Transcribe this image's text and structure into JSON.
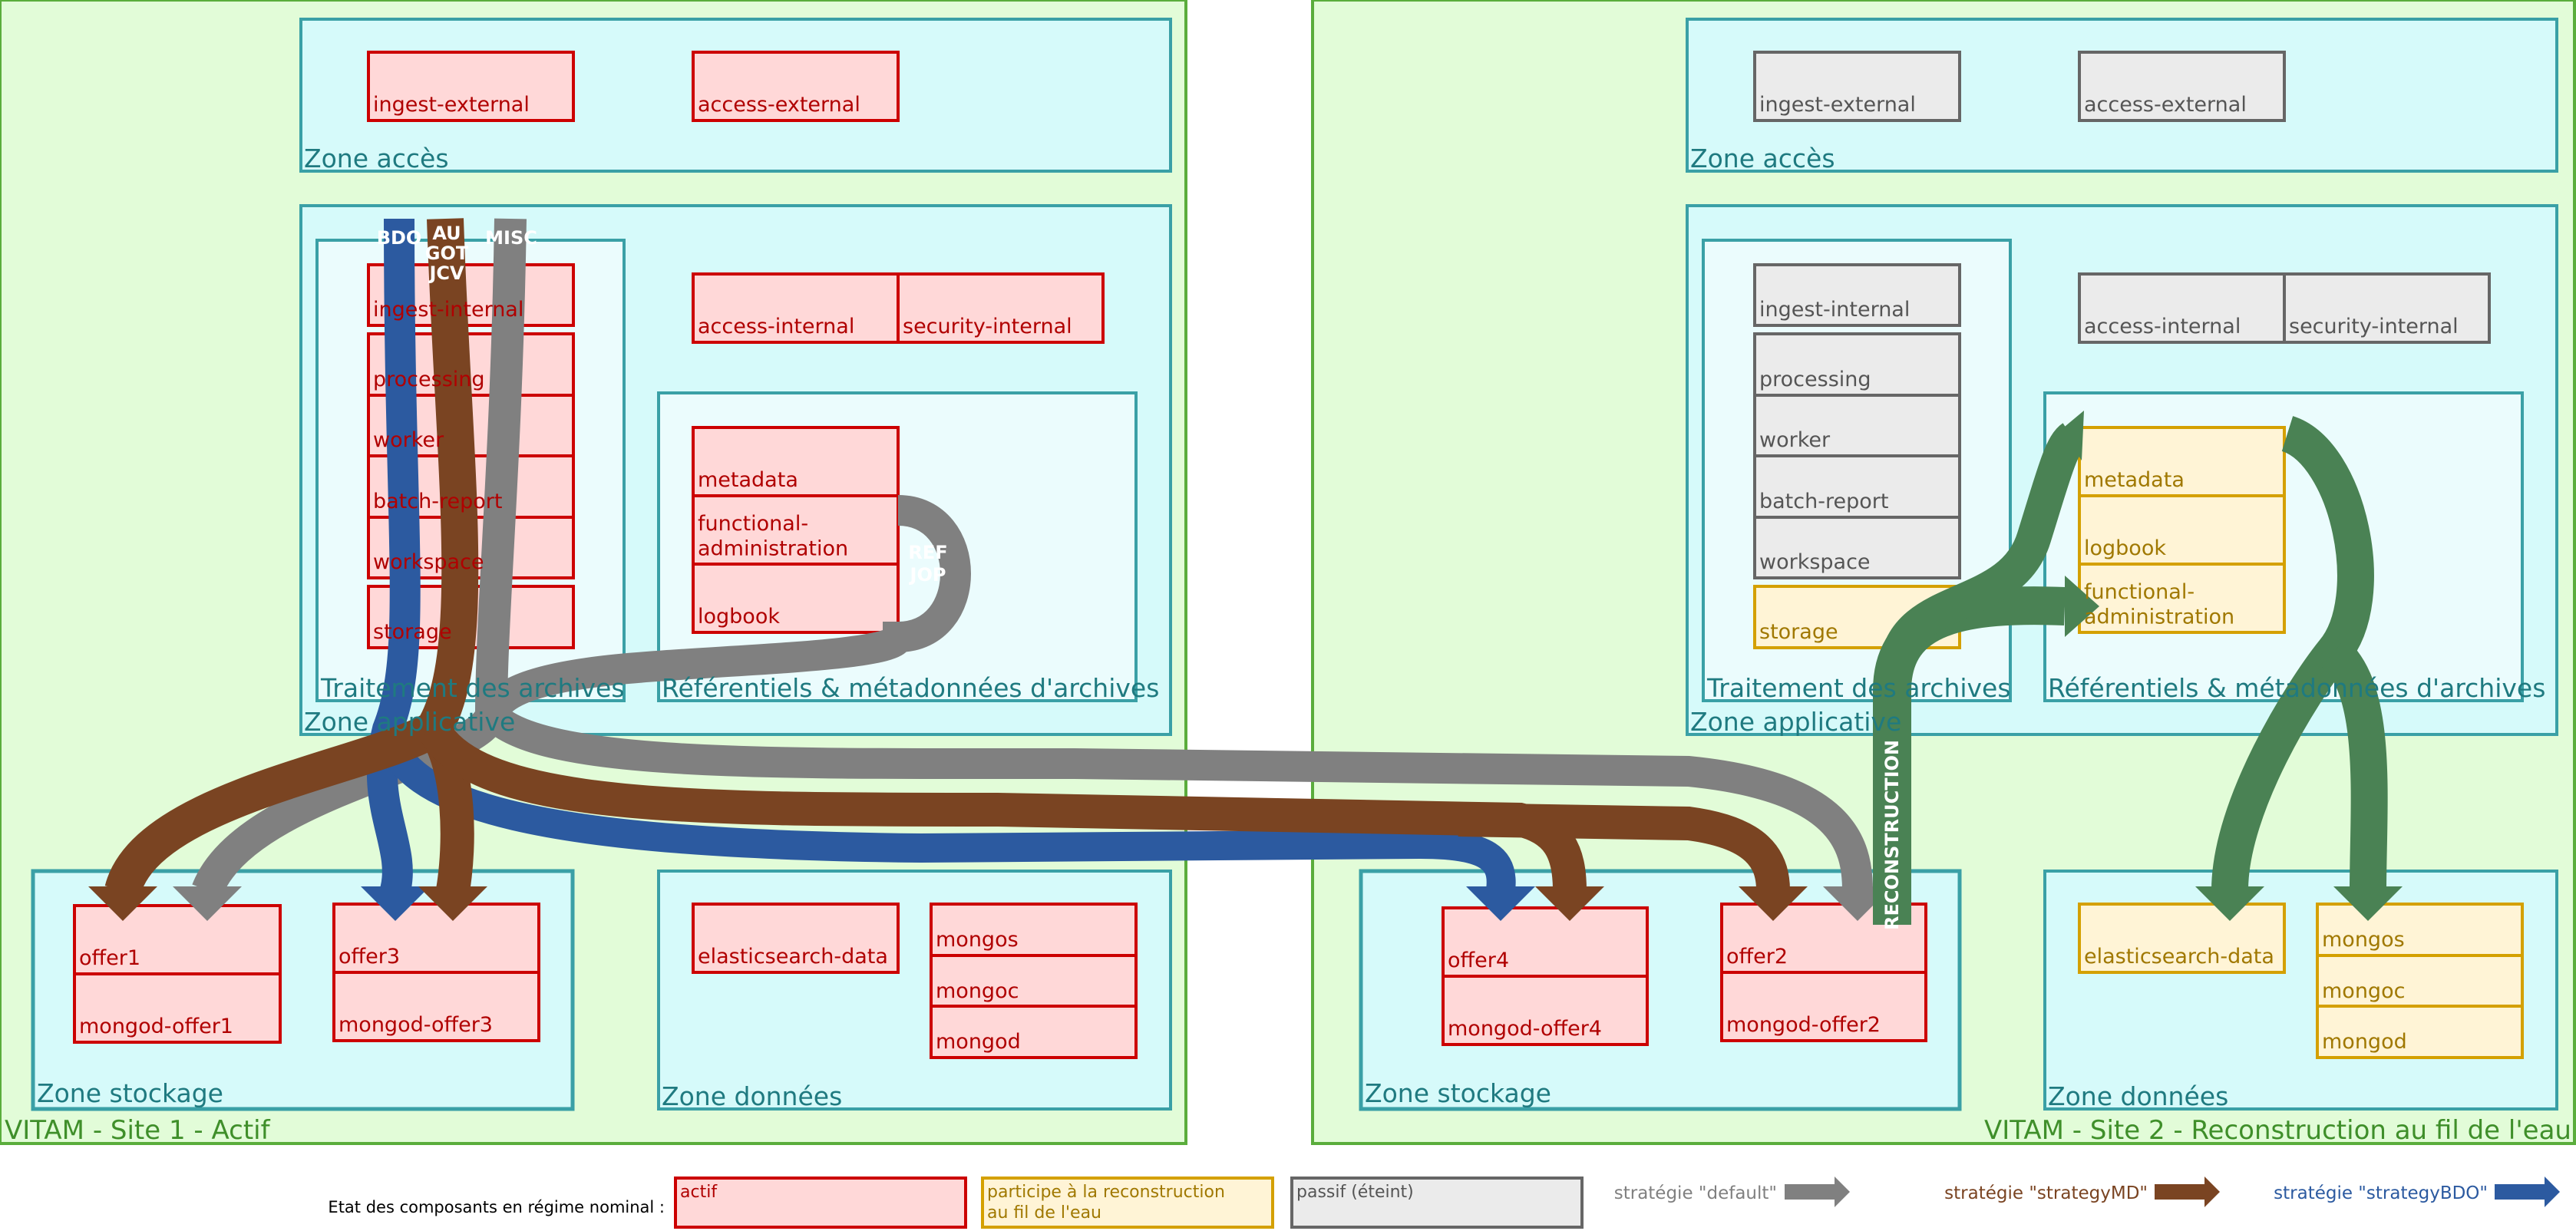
{
  "colors": {
    "site_bg": "#e2fcd8",
    "site_border": "#5aad3c",
    "site_text": "#3f8f2a",
    "zone_bg": "#d6fafa",
    "zone_border": "#3aa0a6",
    "zone_text": "#1f7a80",
    "subzone_bg": "#ebfcfd",
    "actif_bg": "#ffd8d8",
    "actif_border": "#cc0000",
    "actif_text": "#b00000",
    "reco_bg": "#fff4d6",
    "reco_border": "#d4a000",
    "reco_text": "#a07800",
    "passif_bg": "#ebebeb",
    "passif_border": "#666666",
    "passif_text": "#555555",
    "strategy_default": "#808080",
    "strategy_md": "#7a4422",
    "strategy_bdo": "#2c5aa0",
    "reconstruction": "#4a8254"
  },
  "site1": {
    "title": "VITAM - Site 1 - Actif",
    "zone_acces": {
      "label": "Zone accès",
      "components": [
        "ingest-external",
        "access-external"
      ]
    },
    "zone_applicative": {
      "label": "Zone applicative",
      "traitement": {
        "label": "Traitement des archives",
        "components": [
          "ingest-internal",
          "processing",
          "worker",
          "batch-report",
          "workspace",
          "storage"
        ]
      },
      "components": [
        "access-internal",
        "security-internal"
      ],
      "referentiels": {
        "label": "Référentiels & métadonnées d'archives",
        "components": [
          "metadata",
          "functional-\nadministration",
          "logbook"
        ]
      }
    },
    "zone_stockage": {
      "label": "Zone stockage",
      "components": [
        "offer1",
        "mongod-offer1",
        "offer3",
        "mongod-offer3"
      ]
    },
    "zone_donnees": {
      "label": "Zone données",
      "components": [
        "elasticsearch-data",
        "mongos",
        "mongoc",
        "mongod"
      ]
    },
    "flows": {
      "bdo": "BDO",
      "md": "AU\nGOT\nJCV",
      "misc": "MISC",
      "ref": "REF\nJOP"
    }
  },
  "site2": {
    "title": "VITAM - Site 2 - Reconstruction au fil de l'eau",
    "zone_acces": {
      "label": "Zone accès",
      "components": [
        "ingest-external",
        "access-external"
      ]
    },
    "zone_applicative": {
      "label": "Zone applicative",
      "traitement": {
        "label": "Traitement des archives",
        "components": [
          "ingest-internal",
          "processing",
          "worker",
          "batch-report",
          "workspace",
          "storage"
        ]
      },
      "components": [
        "access-internal",
        "security-internal"
      ],
      "referentiels": {
        "label": "Référentiels & métadonnées d'archives",
        "components": [
          "metadata",
          "logbook",
          "functional-\nadministration"
        ]
      }
    },
    "zone_stockage": {
      "label": "Zone stockage",
      "components": [
        "offer4",
        "mongod-offer4",
        "offer2",
        "mongod-offer2"
      ]
    },
    "zone_donnees": {
      "label": "Zone données",
      "components": [
        "elasticsearch-data",
        "mongos",
        "mongoc",
        "mongod"
      ]
    },
    "reconstruction_label": "RECONSTRUCTION"
  },
  "legend": {
    "title": "Etat des composants en régime nominal :",
    "actif": "actif",
    "reconstruction": "participe à la reconstruction\nau fil de l'eau",
    "passif": "passif (éteint)",
    "strategy_default": "stratégie \"default\"",
    "strategy_md": "stratégie \"strategyMD\"",
    "strategy_bdo": "stratégie \"strategyBDO\""
  }
}
